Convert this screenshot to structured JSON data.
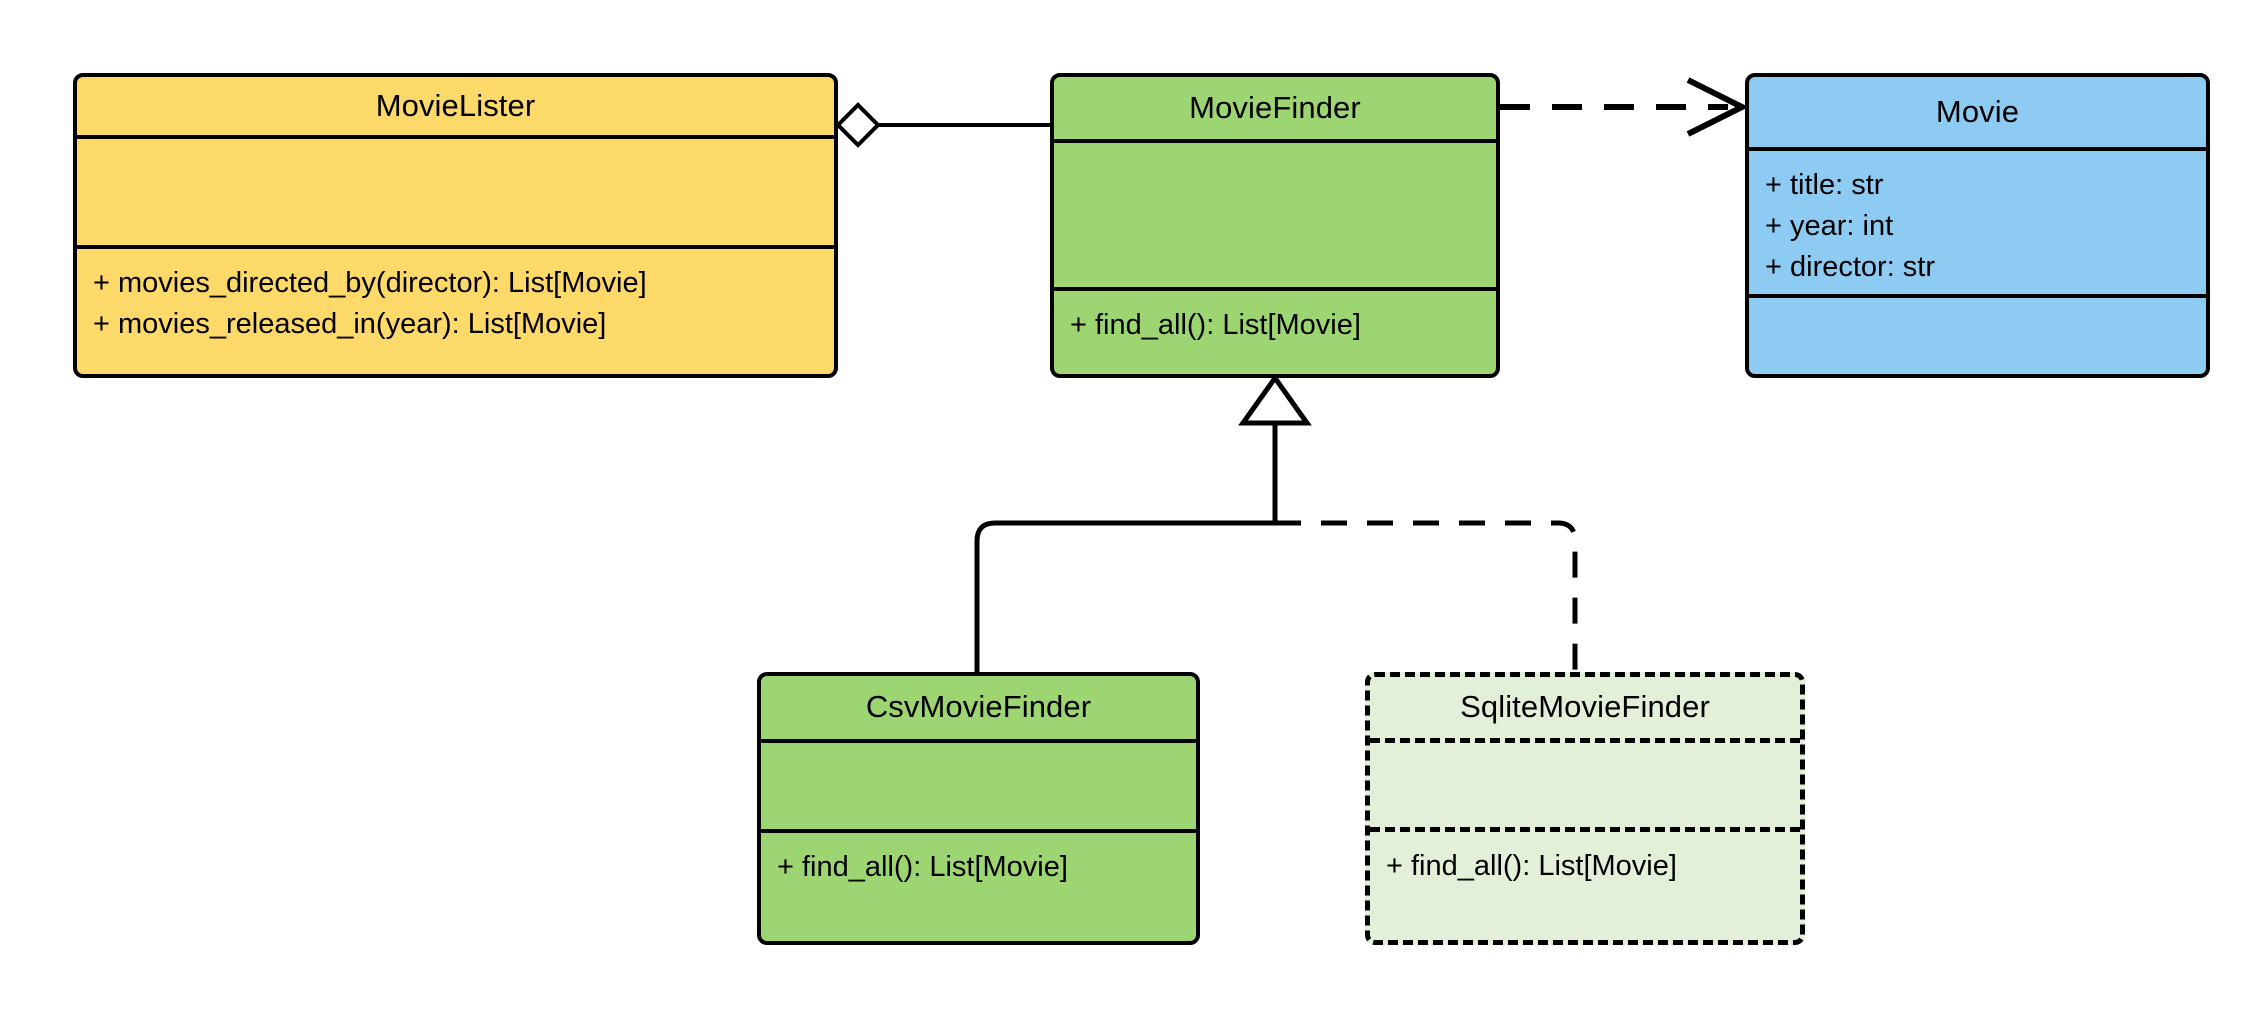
{
  "diagram": {
    "type": "uml-class-diagram",
    "title": "",
    "background_color": "#ffffff",
    "line_color": "#000000"
  },
  "palette": {
    "yellow": "#fdd96a",
    "green": "#9ed573",
    "pale_green": "#e2f0d9",
    "blue": "#8ecbf2",
    "stroke": "#000000"
  },
  "classes": [
    {
      "id": "movielister",
      "name": "MovieLister",
      "fill": "#fdd96a",
      "border_style": "solid",
      "attributes": [],
      "methods": [
        "+ movies_directed_by(director): List[Movie]",
        "+ movies_released_in(year): List[Movie]"
      ]
    },
    {
      "id": "moviefinder",
      "name": "MovieFinder",
      "fill": "#9ed573",
      "border_style": "solid",
      "attributes": [],
      "methods": [
        "+ find_all(): List[Movie]"
      ]
    },
    {
      "id": "movie",
      "name": "Movie",
      "fill": "#8ecbf2",
      "border_style": "solid",
      "attributes": [
        "+ title: str",
        "+ year: int",
        "+ director: str"
      ],
      "methods": []
    },
    {
      "id": "csvmoviefinder",
      "name": "CsvMovieFinder",
      "fill": "#9ed573",
      "border_style": "solid",
      "attributes": [],
      "methods": [
        "+ find_all(): List[Movie]"
      ]
    },
    {
      "id": "sqlitemoviefinder",
      "name": "SqliteMovieFinder",
      "fill": "#e2f0d9",
      "border_style": "dashed",
      "attributes": [],
      "methods": [
        "+ find_all(): List[Movie]"
      ]
    }
  ],
  "relationships": [
    {
      "id": "aggregation-movielister-moviefinder",
      "kind": "aggregation",
      "from": "MovieLister",
      "to": "MovieFinder",
      "line_style": "solid",
      "end_marker": "hollow-diamond"
    },
    {
      "id": "dependency-moviefinder-movie",
      "kind": "dependency",
      "from": "MovieFinder",
      "to": "Movie",
      "line_style": "dashed",
      "end_marker": "open-arrow"
    },
    {
      "id": "inheritance-csvmoviefinder-moviefinder",
      "kind": "generalization",
      "from": "CsvMovieFinder",
      "to": "MovieFinder",
      "line_style": "solid",
      "end_marker": "hollow-triangle"
    },
    {
      "id": "inheritance-sqlitemoviefinder-moviefinder",
      "kind": "generalization",
      "from": "SqliteMovieFinder",
      "to": "MovieFinder",
      "line_style": "dashed",
      "end_marker": "hollow-triangle"
    }
  ]
}
